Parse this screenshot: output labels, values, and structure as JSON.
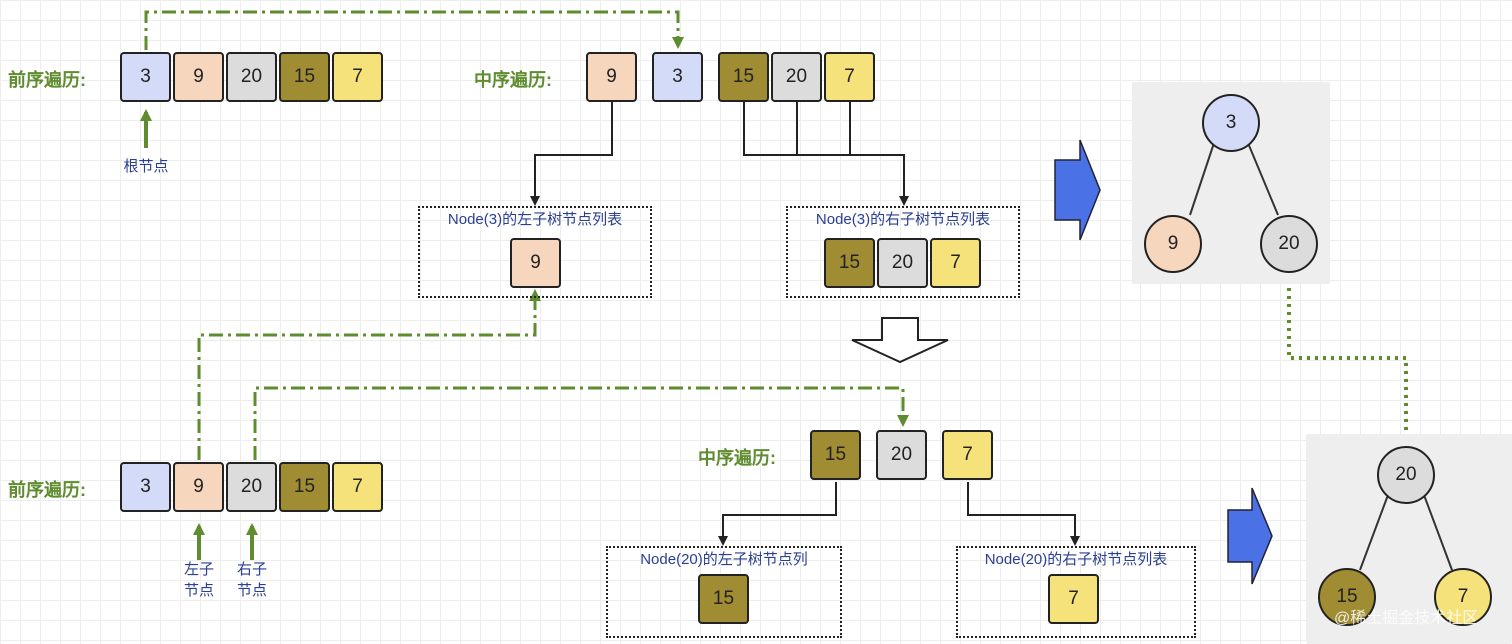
{
  "preorder_label": "前序遍历:",
  "inorder_label": "中序遍历:",
  "root_note": "根节点",
  "left_child_note": [
    "左子",
    "节点"
  ],
  "right_child_note": [
    "右子",
    "节点"
  ],
  "box_titles": {
    "node3_left": "Node(3)的左子树节点列表",
    "node3_right": "Node(3)的右子树节点列表",
    "node20_left": "Node(20)的左子树节点列",
    "node20_right": "Node(20)的右子树节点列表"
  },
  "step1": {
    "preorder": [
      "3",
      "9",
      "20",
      "15",
      "7"
    ],
    "inorder_left": "9",
    "inorder_root": "3",
    "inorder_right": [
      "15",
      "20",
      "7"
    ],
    "left_list": [
      "9"
    ],
    "right_list": [
      "15",
      "20",
      "7"
    ]
  },
  "step2": {
    "preorder": [
      "3",
      "9",
      "20",
      "15",
      "7"
    ],
    "inorder": [
      "15",
      "20",
      "7"
    ],
    "left_list": [
      "15"
    ],
    "right_list": [
      "7"
    ]
  },
  "tree1": {
    "root": "3",
    "left": "9",
    "right": "20"
  },
  "tree2": {
    "root": "20",
    "left": "15",
    "right": "7"
  },
  "colors": {
    "blue": "#d4dbf8",
    "peach": "#f6d6bd",
    "gray": "#dcdcdc",
    "olive": "#a08c33",
    "yellow": "#f6e27a",
    "green_line": "#5f8c2f",
    "arrow_blue": "#4a72e6",
    "title_blue": "#2a3f91"
  },
  "watermark": "@稀土掘金技术社区"
}
